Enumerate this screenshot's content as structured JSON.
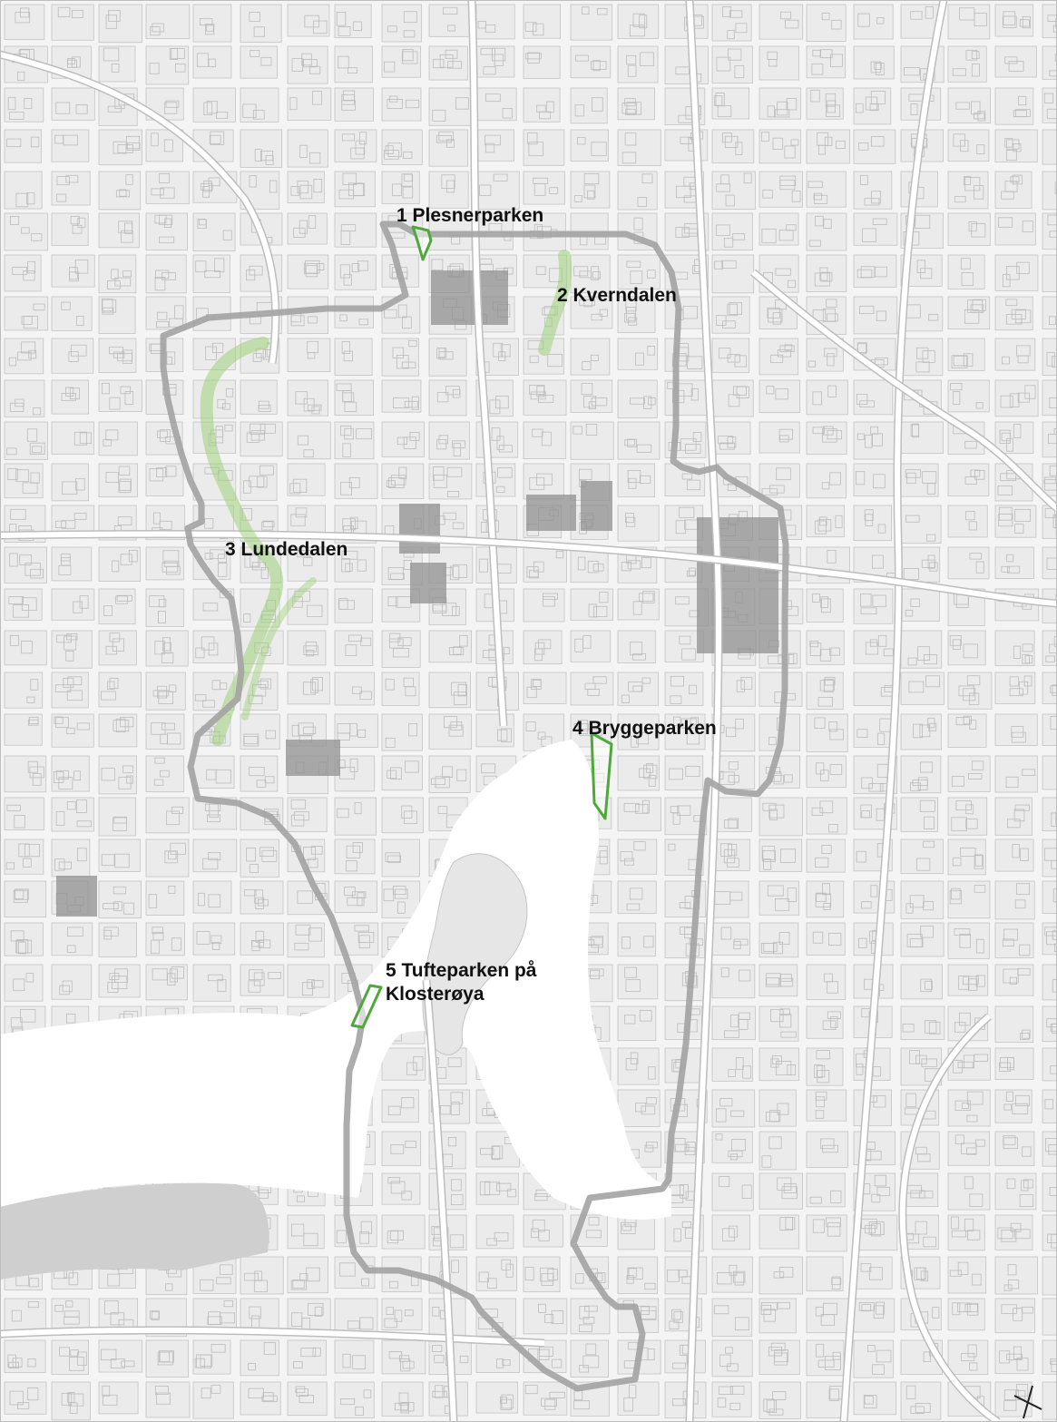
{
  "map": {
    "colors": {
      "background": "#f4f4f4",
      "water": "#ffffff",
      "block": "#ebebeb",
      "block_outline": "#c4c4c4",
      "road": "#ffffff",
      "road_outline": "#bdbdbd",
      "building": "#bcbcbc",
      "large_building": "#909090",
      "boundary": "#a3a3a3",
      "park_outline": "#4fa83a",
      "green_corridor": "#9fd07a",
      "label": "#111111"
    },
    "icons": {
      "north_arrow": "north-arrow-icon"
    },
    "parks": [
      {
        "id": "plesnerparken",
        "number": "1",
        "label_lines": [
          "1 Plesnerparken"
        ]
      },
      {
        "id": "kverndalen",
        "number": "2",
        "label_lines": [
          "2 Kverndalen"
        ]
      },
      {
        "id": "lundedalen",
        "number": "3",
        "label_lines": [
          "3 Lundedalen"
        ]
      },
      {
        "id": "bryggeparken",
        "number": "4",
        "label_lines": [
          "4 Bryggeparken"
        ]
      },
      {
        "id": "tufteparken",
        "number": "5",
        "label_lines": [
          "5 Tufteparken på",
          "Klosterøya"
        ]
      }
    ]
  }
}
